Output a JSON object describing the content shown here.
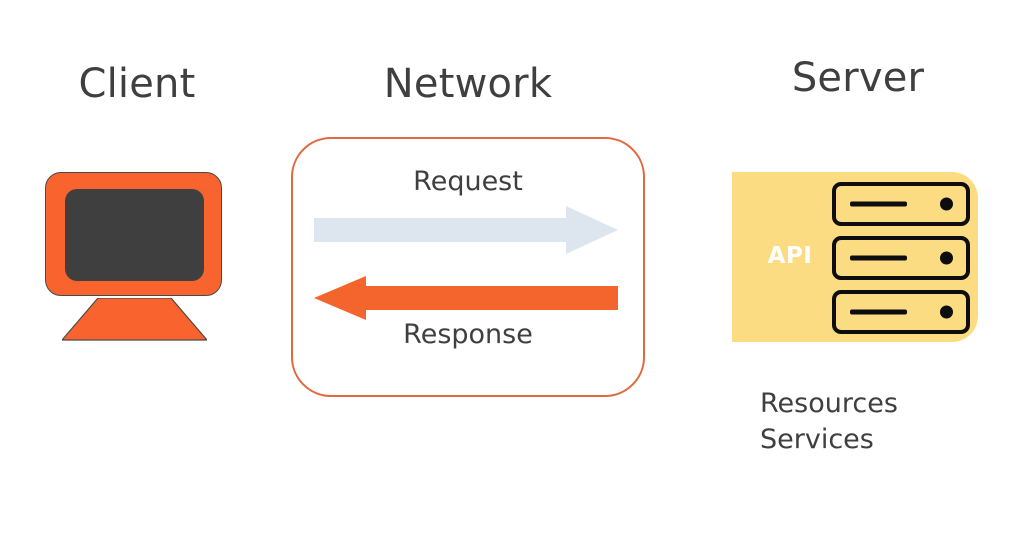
{
  "diagram": {
    "title_client": "Client",
    "title_network": "Network",
    "title_server": "Server",
    "colors": {
      "orange": "#f9642e",
      "orange_border": "#e2683f",
      "screen_dark": "#3f3f3f",
      "arrow_request": "#dde6ef",
      "arrow_response": "#f4642d",
      "server_yellow": "#fbdc82",
      "rack_black": "#0d0d0d",
      "text_gray": "#3f3f3f",
      "background": "#ffffff"
    }
  },
  "client": {
    "heading": "Client",
    "icon": "desktop-monitor-icon"
  },
  "network": {
    "heading": "Network",
    "request": {
      "label": "Request",
      "direction": "right",
      "color": "#dde6ef"
    },
    "response": {
      "label": "Response",
      "direction": "left",
      "color": "#f4642d"
    }
  },
  "server": {
    "heading": "Server",
    "api_label": "API",
    "icon": "server-rack-icon",
    "rack_units": [
      {
        "name": "rack-unit-1"
      },
      {
        "name": "rack-unit-2"
      },
      {
        "name": "rack-unit-3"
      }
    ],
    "caption_lines": [
      "Resources",
      "Services"
    ]
  }
}
